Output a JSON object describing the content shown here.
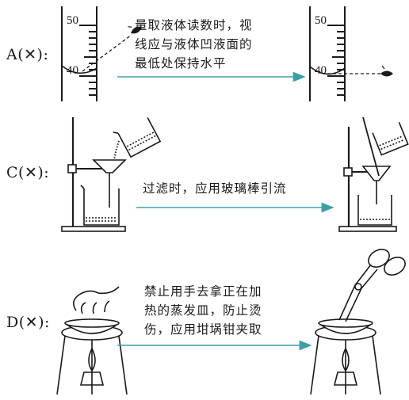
{
  "rows": [
    {
      "label": "A(✕):",
      "note_lines": [
        "量取液体读数时，视",
        "线应与液体凹液面的",
        "最低处保持水平"
      ],
      "scale_top": "50",
      "scale_bottom": "40"
    },
    {
      "label": "C(✕):",
      "note_lines": [
        "过滤时，应用玻璃棒引流"
      ]
    },
    {
      "label": "D(✕):",
      "note_lines": [
        "禁止用手去拿正在加",
        "热的蒸发皿，防止烫",
        "伤，应用坩埚钳夹取"
      ]
    }
  ],
  "colors": {
    "arrow": "#3aa0a8",
    "ink": "#1a1a1a"
  },
  "icons": [
    "eye-icon",
    "eye-icon",
    "arrow-right-icon"
  ]
}
